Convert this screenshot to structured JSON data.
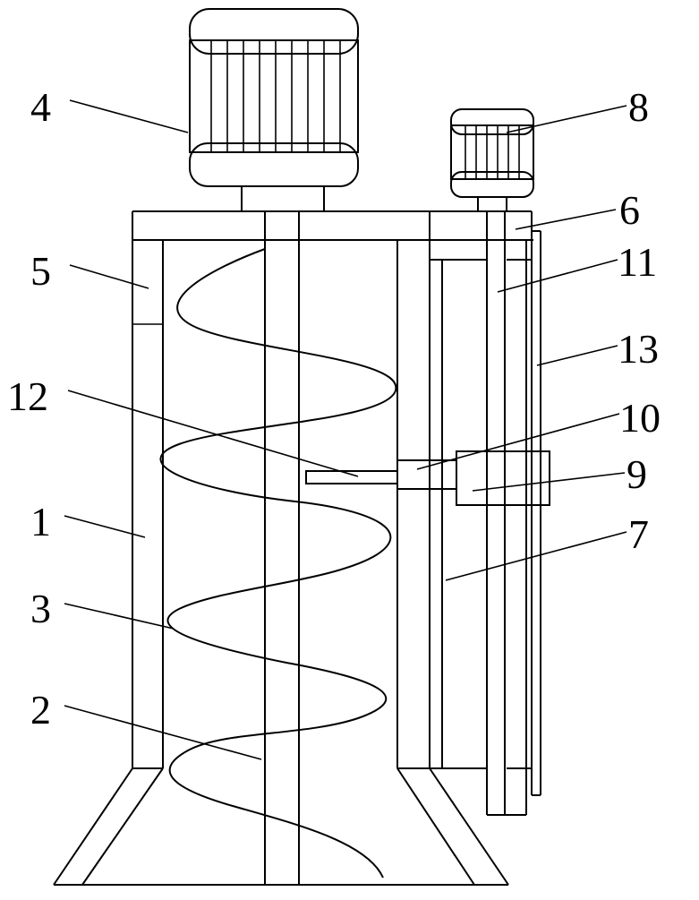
{
  "figure": {
    "labels": [
      {
        "id": "label-4",
        "text": "4"
      },
      {
        "id": "label-8",
        "text": "8"
      },
      {
        "id": "label-6",
        "text": "6"
      },
      {
        "id": "label-5",
        "text": "5"
      },
      {
        "id": "label-11",
        "text": "11"
      },
      {
        "id": "label-13",
        "text": "13"
      },
      {
        "id": "label-12",
        "text": "12"
      },
      {
        "id": "label-10",
        "text": "10"
      },
      {
        "id": "label-9",
        "text": "9"
      },
      {
        "id": "label-1",
        "text": "1"
      },
      {
        "id": "label-7",
        "text": "7"
      },
      {
        "id": "label-3",
        "text": "3"
      },
      {
        "id": "label-2",
        "text": "2"
      }
    ]
  }
}
